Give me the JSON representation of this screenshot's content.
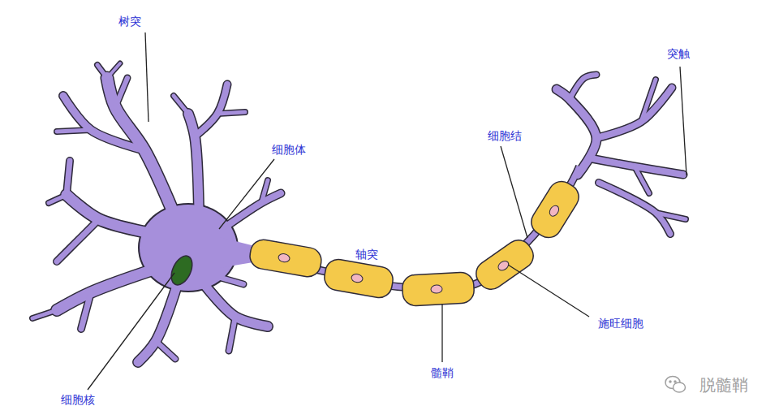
{
  "diagram": {
    "labels": [
      "树突",
      "突触",
      "细胞体",
      "细胞结",
      "轴突",
      "施旺细胞",
      "髓鞘",
      "细胞核",
      "脱髓鞘"
    ]
  }
}
